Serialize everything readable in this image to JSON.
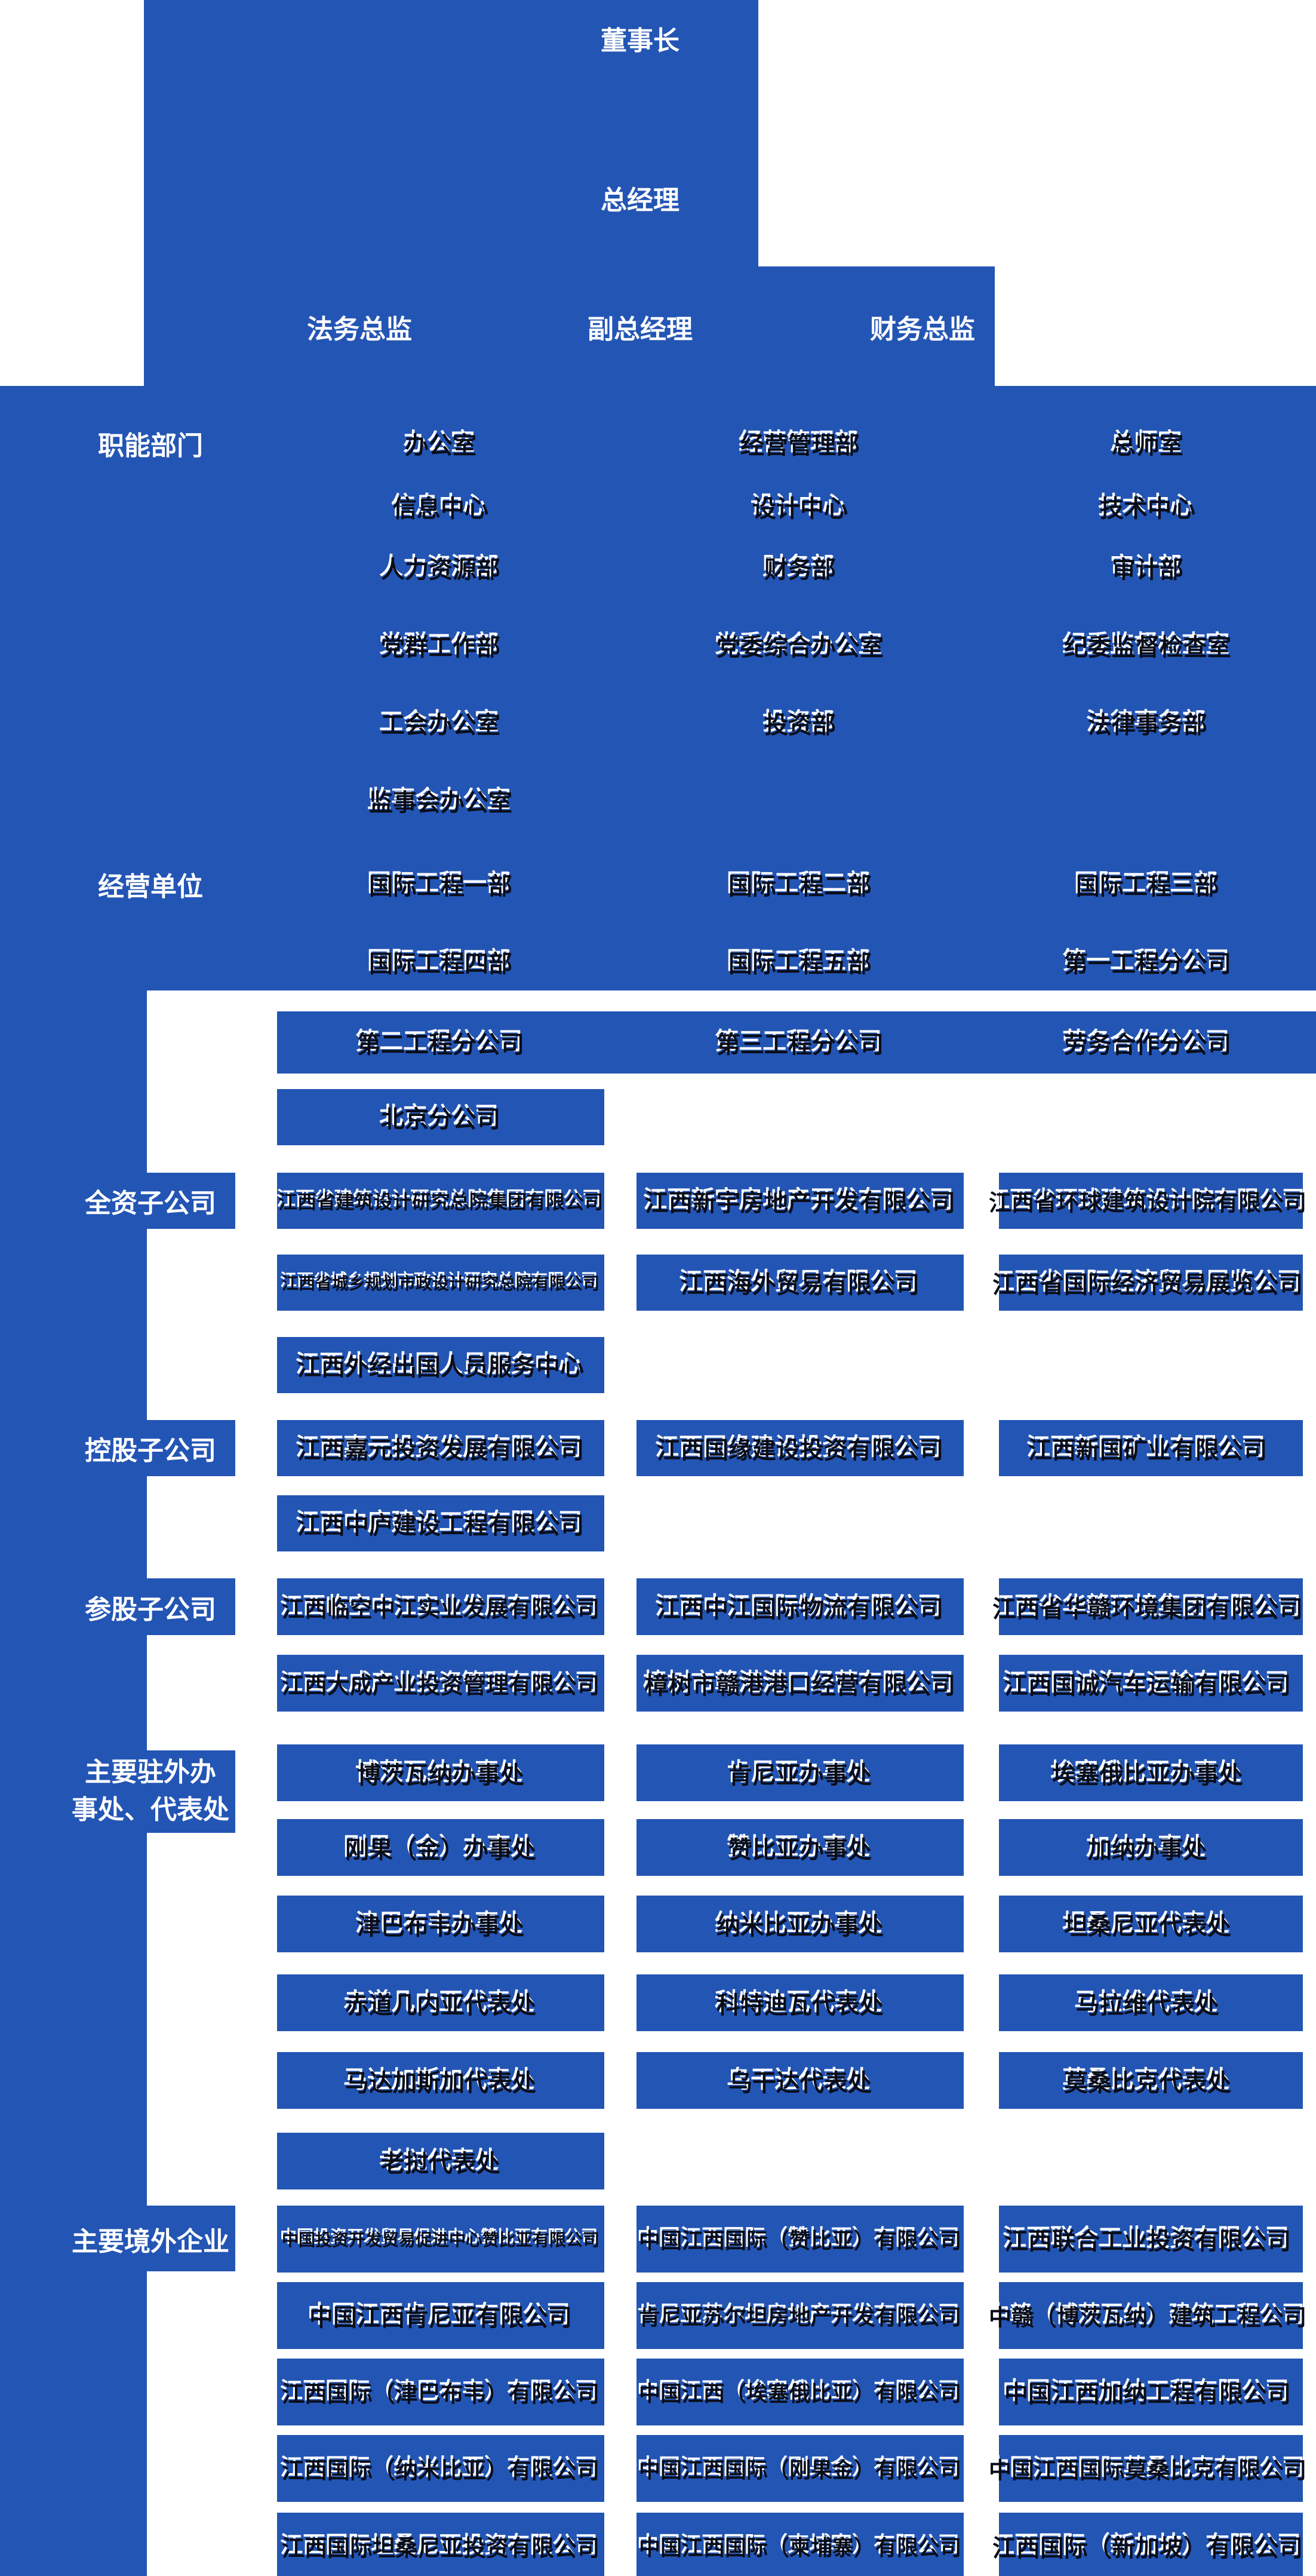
{
  "colors": {
    "primary_blue": "#2355b4",
    "page_bg": "#ffffff",
    "label_text": "#ffffff",
    "item_text": "#0a0d18"
  },
  "top": {
    "chairman": "董事长",
    "general_manager": "总经理",
    "directors": [
      "法务总监",
      "副总经理",
      "财务总监"
    ]
  },
  "sections": [
    {
      "label": "职能部门",
      "rows": [
        [
          "办公室",
          "经营管理部",
          "总师室"
        ],
        [
          "信息中心",
          "设计中心",
          "技术中心"
        ],
        [
          "人力资源部",
          "财务部",
          "审计部"
        ],
        [
          "党群工作部",
          "党委综合办公室",
          "纪委监督检查室"
        ],
        [
          "工会办公室",
          "投资部",
          "法律事务部"
        ],
        [
          "监事会办公室",
          null,
          null
        ]
      ]
    },
    {
      "label": "经营单位",
      "rows": [
        [
          "国际工程一部",
          "国际工程二部",
          "国际工程三部"
        ],
        [
          "国际工程四部",
          "国际工程五部",
          "第一工程分公司"
        ]
      ]
    },
    {
      "label": null,
      "rows": [
        [
          "第二工程分公司",
          "第三工程分公司",
          "劳务合作分公司"
        ]
      ]
    },
    {
      "label": null,
      "rows": [
        [
          "北京分公司",
          null,
          null
        ]
      ]
    },
    {
      "label": "全资子公司",
      "rows": [
        [
          "江西省建筑设计研究总院集团有限公司",
          "江西新宇房地产开发有限公司",
          "江西省环球建筑设计院有限公司"
        ],
        [
          "江西省城乡规划市政设计研究总院有限公司",
          "江西海外贸易有限公司",
          "江西省国际经济贸易展览公司"
        ],
        [
          "江西外经出国人员服务中心",
          null,
          null
        ]
      ]
    },
    {
      "label": "控股子公司",
      "rows": [
        [
          "江西嘉元投资发展有限公司",
          "江西国缘建设投资有限公司",
          "江西新国矿业有限公司"
        ],
        [
          "江西中庐建设工程有限公司",
          null,
          null
        ]
      ]
    },
    {
      "label": "参股子公司",
      "rows": [
        [
          "江西临空中江实业发展有限公司",
          "江西中江国际物流有限公司",
          "江西省华赣环境集团有限公司"
        ],
        [
          "江西大成产业投资管理有限公司",
          "樟树市赣港港口经营有限公司",
          "江西国诚汽车运输有限公司"
        ]
      ]
    },
    {
      "label": "主要驻外办事处、代表处",
      "label_lines": [
        "主要驻外办",
        "事处、代表处"
      ],
      "rows": [
        [
          "博茨瓦纳办事处",
          "肯尼亚办事处",
          "埃塞俄比亚办事处"
        ],
        [
          "刚果（金）办事处",
          "赞比亚办事处",
          "加纳办事处"
        ],
        [
          "津巴布韦办事处",
          "纳米比亚办事处",
          "坦桑尼亚代表处"
        ],
        [
          "赤道几内亚代表处",
          "科特迪瓦代表处",
          "马拉维代表处"
        ],
        [
          "马达加斯加代表处",
          "乌干达代表处",
          "莫桑比克代表处"
        ],
        [
          "老挝代表处",
          null,
          null
        ]
      ]
    },
    {
      "label": "主要境外企业",
      "rows": [
        [
          "中国投资开发贸易促进中心赞比亚有限公司",
          "中国江西国际（赞比亚）有限公司",
          "江西联合工业投资有限公司"
        ],
        [
          "中国江西肯尼亚有限公司",
          "肯尼亚苏尔坦房地产开发有限公司",
          "中赣（博茨瓦纳）建筑工程公司"
        ],
        [
          "江西国际（津巴布韦）有限公司",
          "中国江西（埃塞俄比亚）有限公司",
          "中国江西加纳工程有限公司"
        ],
        [
          "江西国际（纳米比亚）有限公司",
          "中国江西国际（刚果金）有限公司",
          "中国江西国际莫桑比克有限公司"
        ],
        [
          "江西国际坦桑尼亚投资有限公司",
          "中国江西国际（柬埔寨）有限公司",
          "江西国际（新加坡）有限公司"
        ]
      ]
    }
  ]
}
